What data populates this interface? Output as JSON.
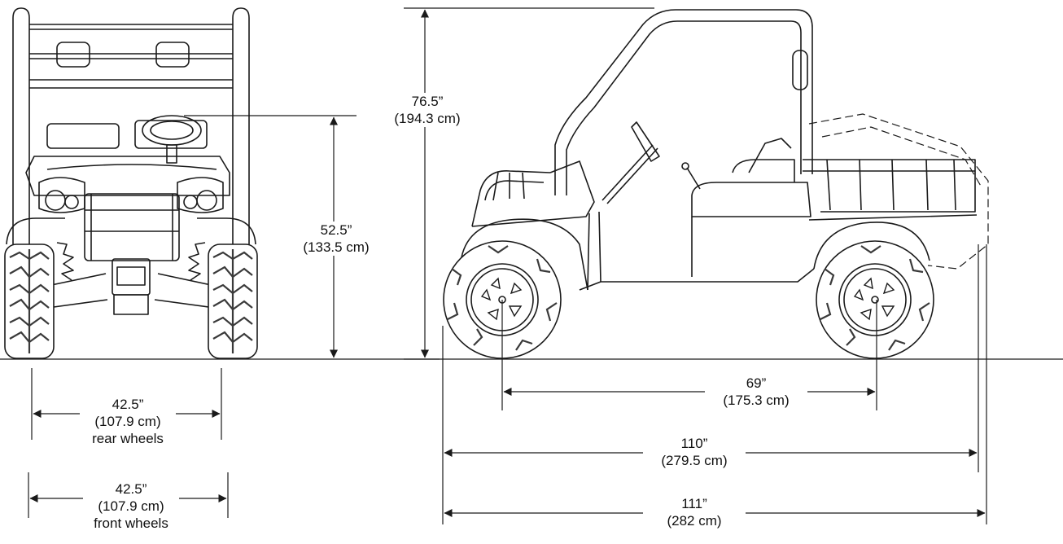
{
  "colors": {
    "line": "#1a1a1a",
    "background": "#ffffff",
    "tire": "#3a3a3a"
  },
  "dimensions": {
    "overall_height": {
      "imperial": "76.5”",
      "metric": "(194.3 cm)"
    },
    "steering_height": {
      "imperial": "52.5”",
      "metric": "(133.5 cm)"
    },
    "rear_track": {
      "imperial": "42.5”",
      "metric": "(107.9 cm)",
      "note": "rear wheels"
    },
    "front_track": {
      "imperial": "42.5”",
      "metric": "(107.9 cm)",
      "note": "front wheels"
    },
    "wheelbase": {
      "imperial": "69”",
      "metric": "(175.3 cm)"
    },
    "length": {
      "imperial": "110”",
      "metric": "(279.5 cm)"
    },
    "overall_length": {
      "imperial": "111”",
      "metric": "(282 cm)"
    }
  }
}
